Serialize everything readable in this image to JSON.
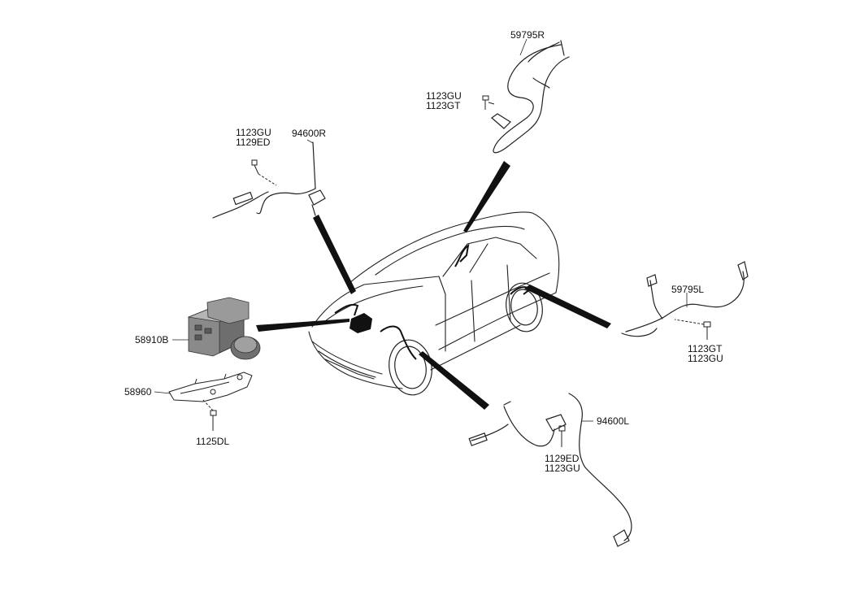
{
  "labels": {
    "p59795R": "59795R",
    "p1123GU_top": "1123GU",
    "p1123GT_top": "1123GT",
    "p1123GU_left": "1123GU",
    "p1129ED_left": "1129ED",
    "p94600R": "94600R",
    "p59795L": "59795L",
    "p1123GT_right": "1123GT",
    "p1123GU_right": "1123GU",
    "p58910B": "58910B",
    "p58960": "58960",
    "p1125DL": "1125DL",
    "p94600L": "94600L",
    "p1129ED_bottom": "1129ED",
    "p1123GU_bottom": "1123GU"
  },
  "colors": {
    "line": "#222222",
    "ink": "#111111",
    "module_fill": "#8a8a8a",
    "module_dark": "#5a5a5a",
    "module_light": "#b5b5b5"
  }
}
